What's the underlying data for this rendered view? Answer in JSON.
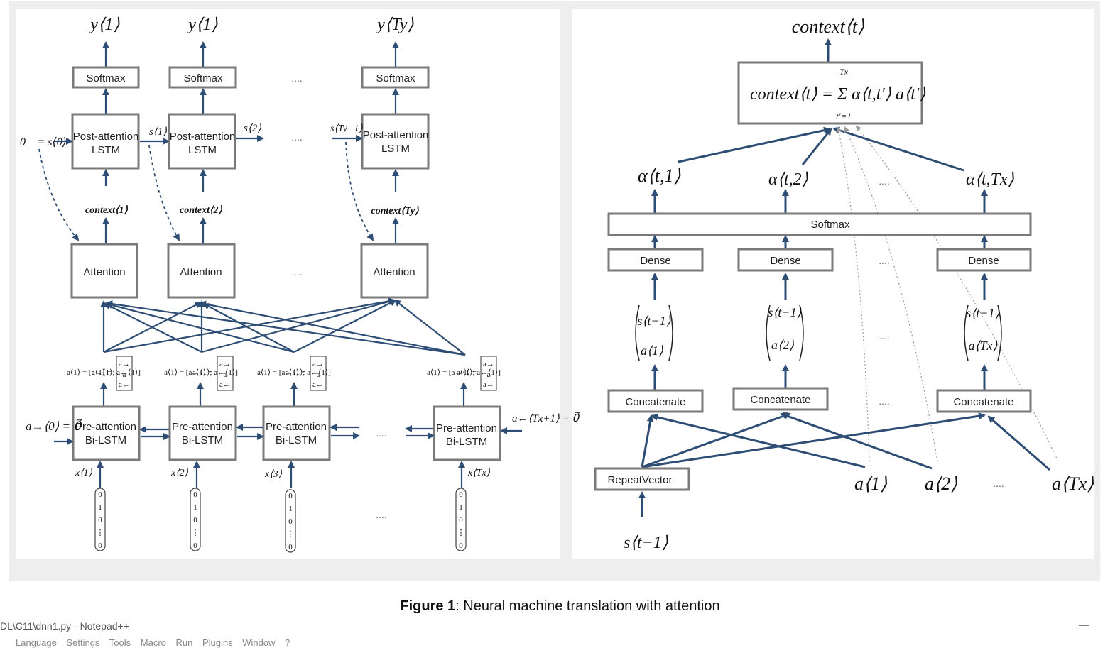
{
  "caption": {
    "prefix": "Figure 1",
    "text": ": Neural machine translation with attention"
  },
  "taskbar": {
    "window_title": "DL\\C11\\dnn1.py - Notepad++",
    "menu": "Language  Settings  Tools  Macro  Run  Plugins  Window  ?"
  },
  "left_diagram": {
    "softmax_label": "Softmax",
    "post_lstm_line1": "Post-attention",
    "post_lstm_line2": "LSTM",
    "attention_label": "Attention",
    "pre_lstm_line1": "Pre-attention",
    "pre_lstm_line2": "Bi-LSTM",
    "ellipsis": "....",
    "y_outputs": [
      "y⟨1⟩",
      "y⟨1⟩",
      "y⟨Ty⟩"
    ],
    "s_states": [
      "0⃗ = s⟨0⟩",
      "s⟨1⟩",
      "s⟨2⟩",
      "s⟨Ty−1⟩"
    ],
    "context_labels": [
      "context⟨1⟩",
      "context⟨2⟩",
      "context⟨Ty⟩"
    ],
    "a_concat_labels": [
      "a⟨1⟩ = [a→⟨1⟩; a←⟨1⟩]",
      "a⟨1⟩ = [a→⟨1⟩; a←⟨1⟩]",
      "a⟨1⟩ = [a→⟨1⟩; a←⟨1⟩]",
      "a⟨1⟩ = [a→⟨1⟩; a←⟨1⟩]"
    ],
    "a_init_left": "a→⟨0⟩ = 0⃗",
    "a_init_right": "a←⟨Tx+1⟩ = 0⃗",
    "x_inputs": [
      "x⟨1⟩",
      "x⟨2⟩",
      "x⟨3⟩",
      "x⟨Tx⟩"
    ],
    "one_hot": [
      "0",
      "1",
      "0",
      "⋮",
      "0"
    ]
  },
  "right_diagram": {
    "context_out": "context⟨t⟩",
    "formula": "context⟨t⟩ = Σ α⟨t,t'⟩ a⟨t'⟩",
    "sum_upper": "Tx",
    "sum_lower": "t'=1",
    "alphas": [
      "α⟨t,1⟩",
      "α⟨t,2⟩",
      "α⟨t,Tx⟩"
    ],
    "softmax_label": "Softmax",
    "dense_label": "Dense",
    "concat_label": "Concatenate",
    "repeat_label": "RepeatVector",
    "vector_top": "s⟨t−1⟩",
    "vector_bottoms": [
      "a⟨1⟩",
      "a⟨2⟩",
      "a⟨Tx⟩"
    ],
    "a_inputs": [
      "a⟨1⟩",
      "a⟨2⟩",
      "a⟨Tx⟩"
    ],
    "s_input": "s⟨t−1⟩",
    "ellipsis": "...."
  }
}
